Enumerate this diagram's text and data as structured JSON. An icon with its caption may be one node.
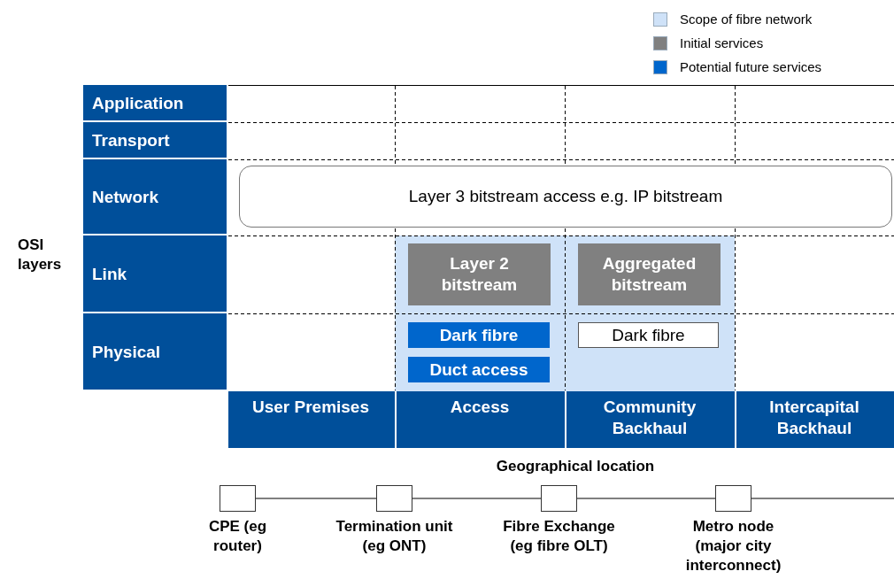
{
  "diagram": {
    "nodes": [
      {
        "text": [
          "Application"
        ]
      },
      {
        "text": [
          "Transport"
        ]
      },
      {
        "text": [
          "Network"
        ]
      },
      {
        "text": [
          "Link"
        ]
      },
      {
        "text": [
          "Physical"
        ]
      },
      {
        "text": [
          "User Premises"
        ]
      },
      {
        "text": [
          "Access"
        ]
      },
      {
        "text": [
          "Community Backhaul"
        ]
      },
      {
        "text": [
          "Intercapital Backhaul"
        ]
      },
      {
        "text": [
          "Layer 3 bitstream access e.g. IP bitstream"
        ]
      },
      {
        "text": [
          "Layer 2 bitstream"
        ]
      },
      {
        "text": [
          "Aggregated bitstream"
        ]
      },
      {
        "text": [
          "Dark fibre"
        ]
      },
      {
        "text": [
          "Duct access"
        ]
      },
      {
        "text": [
          "Dark fibre"
        ]
      },
      {
        "text": [],
        "shape": "box",
        "beside": [
          "CPE (eg router)"
        ]
      },
      {
        "text": [],
        "shape": "box",
        "beside": [
          "Termination unit (eg ONT)"
        ]
      },
      {
        "text": [],
        "shape": "box",
        "beside": [
          "Fibre Exchange (eg fibre OLT)"
        ]
      },
      {
        "text": [],
        "shape": "box",
        "beside": [
          "Metro node (major city interconnect)"
        ]
      }
    ],
    "edges": [
      {
        "from": 15,
        "to": 16,
        "arrow": "none"
      },
      {
        "from": 16,
        "to": 17,
        "arrow": "none"
      },
      {
        "from": 17,
        "to": 18,
        "arrow": "none"
      },
      {
        "from": 18,
        "to": null,
        "arrow": "none"
      }
    ],
    "labels": [
      "OSI layers",
      "Geographical location"
    ],
    "legend": [
      {
        "text": "Scope of fibre network",
        "color": "#cfe2f8"
      },
      {
        "text": "Initial services",
        "color": "#808080"
      },
      {
        "text": "Potential future services",
        "color": "#0066cc"
      }
    ]
  }
}
